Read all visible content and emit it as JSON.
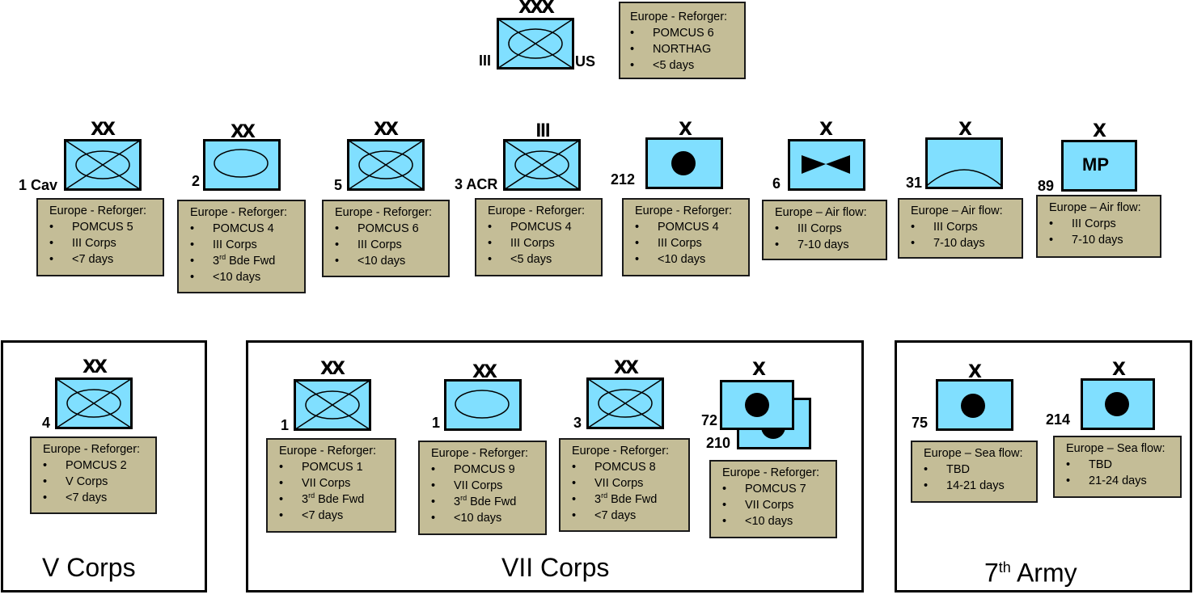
{
  "colors": {
    "fill": "#80dfff",
    "box": "#c4bd97"
  },
  "hq": {
    "echelon": "XXX",
    "left": "III",
    "right": "US",
    "info": {
      "title": "Europe - Reforger:",
      "items": [
        "POMCUS 6",
        "NORTHAG",
        "<5 days"
      ]
    }
  },
  "units": [
    {
      "id": "1cav",
      "label": "1 Cav",
      "echelon": "XX",
      "symbol": "armor-infantry",
      "info": {
        "title": "Europe - Reforger:",
        "items": [
          "POMCUS 5",
          "III Corps",
          "<7 days"
        ]
      }
    },
    {
      "id": "2",
      "label": "2",
      "echelon": "XX",
      "symbol": "armor",
      "info": {
        "title": "Europe - Reforger:",
        "items": [
          "POMCUS 4",
          "III Corps",
          "Bde Fwd",
          "<10 days"
        ],
        "bde_ord": "3",
        "bde_sup": "rd"
      }
    },
    {
      "id": "5",
      "label": "5",
      "echelon": "XX",
      "symbol": "armor-infantry",
      "info": {
        "title": "Europe - Reforger:",
        "items": [
          "POMCUS 6",
          "III Corps",
          "<10 days"
        ]
      }
    },
    {
      "id": "3acr",
      "label": "3 ACR",
      "echelon": "III",
      "symbol": "armor-infantry",
      "info": {
        "title": "Europe - Reforger:",
        "items": [
          "POMCUS 4",
          "III Corps",
          "<5 days"
        ]
      }
    },
    {
      "id": "212",
      "label": "212",
      "echelon": "X",
      "symbol": "artillery",
      "info": {
        "title": "Europe - Reforger:",
        "items": [
          "POMCUS 4",
          "III Corps",
          "<10 days"
        ]
      }
    },
    {
      "id": "6",
      "label": "6",
      "echelon": "X",
      "symbol": "aviation",
      "info": {
        "title": "Europe – Air flow:",
        "items": [
          "III Corps",
          "7-10 days"
        ]
      }
    },
    {
      "id": "31",
      "label": "31",
      "echelon": "X",
      "symbol": "air-defense",
      "info": {
        "title": "Europe – Air flow:",
        "items": [
          "III Corps",
          "7-10 days"
        ]
      }
    },
    {
      "id": "89",
      "label": "89",
      "echelon": "X",
      "symbol": "mp",
      "symbol_text": "MP",
      "info": {
        "title": "Europe – Air flow:",
        "items": [
          "III Corps",
          "7-10 days"
        ]
      }
    }
  ],
  "groups": [
    {
      "id": "vcorps",
      "title": "V Corps",
      "units": [
        {
          "label": "4",
          "echelon": "XX",
          "symbol": "armor-infantry",
          "info": {
            "title": "Europe - Reforger:",
            "items": [
              "POMCUS 2",
              "V Corps",
              "<7 days"
            ]
          }
        }
      ]
    },
    {
      "id": "viicorps",
      "title": "VII Corps",
      "units": [
        {
          "label": "1",
          "echelon": "XX",
          "symbol": "armor-infantry",
          "info": {
            "title": "Europe - Reforger:",
            "items": [
              "POMCUS 1",
              "VII Corps",
              "Bde Fwd",
              "<7 days"
            ],
            "bde_ord": "3",
            "bde_sup": "rd"
          }
        },
        {
          "label": "1",
          "echelon": "XX",
          "symbol": "armor",
          "info": {
            "title": "Europe - Reforger:",
            "items": [
              "POMCUS 9",
              "VII Corps",
              "Bde Fwd",
              "<10 days"
            ],
            "bde_ord": "3",
            "bde_sup": "rd"
          }
        },
        {
          "label": "3",
          "echelon": "XX",
          "symbol": "armor-infantry",
          "info": {
            "title": "Europe - Reforger:",
            "items": [
              "POMCUS 8",
              "VII Corps",
              "Bde Fwd",
              "<7 days"
            ],
            "bde_ord": "3",
            "bde_sup": "rd"
          }
        },
        {
          "label": "72",
          "label2": "210",
          "echelon": "X",
          "symbol": "artillery-stacked",
          "info": {
            "title": "Europe - Reforger:",
            "items": [
              "POMCUS 7",
              "VII Corps",
              "<10 days"
            ]
          }
        }
      ]
    },
    {
      "id": "7army",
      "title_main": "7",
      "title_sup": "th",
      "title_rest": " Army",
      "units": [
        {
          "label": "75",
          "echelon": "X",
          "symbol": "artillery",
          "info": {
            "title": "Europe – Sea flow:",
            "items": [
              "TBD",
              "14-21 days"
            ]
          }
        },
        {
          "label": "214",
          "echelon": "X",
          "symbol": "artillery",
          "info": {
            "title": "Europe – Sea flow:",
            "items": [
              "TBD",
              "21-24 days"
            ]
          }
        }
      ]
    }
  ]
}
